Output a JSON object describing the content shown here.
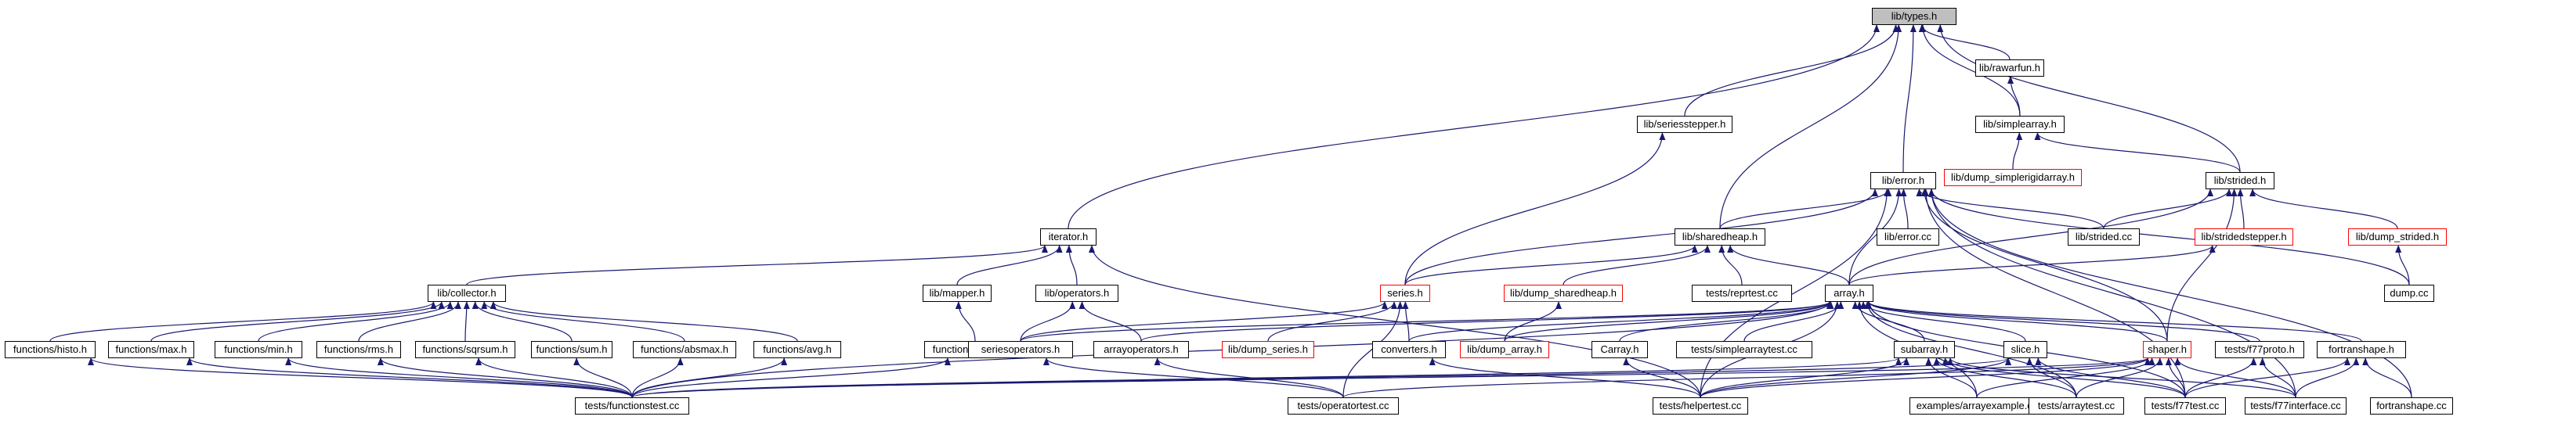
{
  "graph": {
    "edge_color": "#191970",
    "node_border_color": "#000000",
    "incomplete_node_border_color": "#ff0000",
    "root_fill_color": "#bfbfbf",
    "nodes": [
      {
        "id": "types",
        "label": "lib/types.h",
        "root": true
      },
      {
        "id": "rawarfun",
        "label": "lib/rawarfun.h"
      },
      {
        "id": "seriesstepper",
        "label": "lib/seriesstepper.h"
      },
      {
        "id": "simplearray",
        "label": "lib/simplearray.h"
      },
      {
        "id": "dump_simplerigidarray",
        "label": "lib/dump_simplerigidarray.h",
        "incomplete": true
      },
      {
        "id": "error",
        "label": "lib/error.h"
      },
      {
        "id": "strided",
        "label": "lib/strided.h"
      },
      {
        "id": "iterator",
        "label": "iterator.h"
      },
      {
        "id": "sharedheap",
        "label": "lib/sharedheap.h"
      },
      {
        "id": "error_cc",
        "label": "lib/error.cc"
      },
      {
        "id": "strided_cc",
        "label": "lib/strided.cc"
      },
      {
        "id": "stridedstepper",
        "label": "lib/stridedstepper.h",
        "incomplete": true
      },
      {
        "id": "dump_strided",
        "label": "lib/dump_strided.h",
        "incomplete": true
      },
      {
        "id": "collector",
        "label": "lib/collector.h"
      },
      {
        "id": "mapper",
        "label": "lib/mapper.h"
      },
      {
        "id": "operators",
        "label": "lib/operators.h"
      },
      {
        "id": "series",
        "label": "series.h",
        "incomplete": true
      },
      {
        "id": "dump_sharedheap",
        "label": "lib/dump_sharedheap.h",
        "incomplete": true
      },
      {
        "id": "reprtest",
        "label": "tests/reprtest.cc"
      },
      {
        "id": "array",
        "label": "array.h"
      },
      {
        "id": "dump_cc",
        "label": "dump.cc"
      },
      {
        "id": "histo",
        "label": "functions/histo.h"
      },
      {
        "id": "max",
        "label": "functions/max.h"
      },
      {
        "id": "min",
        "label": "functions/min.h"
      },
      {
        "id": "rms",
        "label": "functions/rms.h"
      },
      {
        "id": "sqrsum",
        "label": "functions/sqrsum.h"
      },
      {
        "id": "sum",
        "label": "functions/sum.h"
      },
      {
        "id": "absmax",
        "label": "functions/absmax.h"
      },
      {
        "id": "avg",
        "label": "functions/avg.h"
      },
      {
        "id": "valmap",
        "label": "functions/valmap.h"
      },
      {
        "id": "seriesoperators",
        "label": "seriesoperators.h"
      },
      {
        "id": "arrayoperators",
        "label": "arrayoperators.h"
      },
      {
        "id": "dump_series",
        "label": "lib/dump_series.h",
        "incomplete": true
      },
      {
        "id": "converters",
        "label": "converters.h"
      },
      {
        "id": "dump_array",
        "label": "lib/dump_array.h",
        "incomplete": true
      },
      {
        "id": "carray",
        "label": "Carray.h"
      },
      {
        "id": "simplearraytest",
        "label": "tests/simplearraytest.cc"
      },
      {
        "id": "subarray",
        "label": "subarray.h"
      },
      {
        "id": "slice",
        "label": "slice.h"
      },
      {
        "id": "shaper",
        "label": "shaper.h",
        "incomplete": true
      },
      {
        "id": "f77proto",
        "label": "tests/f77proto.h"
      },
      {
        "id": "fortranshape_h",
        "label": "fortranshape.h"
      },
      {
        "id": "functionstest",
        "label": "tests/functionstest.cc"
      },
      {
        "id": "operatortest",
        "label": "tests/operatortest.cc"
      },
      {
        "id": "helpertest",
        "label": "tests/helpertest.cc"
      },
      {
        "id": "arrayexample",
        "label": "examples/arrayexample.cc"
      },
      {
        "id": "arraytest",
        "label": "tests/arraytest.cc"
      },
      {
        "id": "f77test",
        "label": "tests/f77test.cc"
      },
      {
        "id": "f77interface",
        "label": "tests/f77interface.cc"
      },
      {
        "id": "fortranshape_cc",
        "label": "fortranshape.cc"
      }
    ],
    "edges": [
      [
        "rawarfun",
        "types"
      ],
      [
        "simplearray",
        "types"
      ],
      [
        "seriesstepper",
        "types"
      ],
      [
        "error",
        "types"
      ],
      [
        "strided",
        "types"
      ],
      [
        "iterator",
        "types"
      ],
      [
        "sharedheap",
        "types"
      ],
      [
        "simplearray",
        "rawarfun"
      ],
      [
        "dump_simplerigidarray",
        "simplearray"
      ],
      [
        "strided",
        "simplearray"
      ],
      [
        "series",
        "seriesstepper"
      ],
      [
        "sharedheap",
        "error"
      ],
      [
        "error_cc",
        "error"
      ],
      [
        "strided_cc",
        "error"
      ],
      [
        "dump_cc",
        "error"
      ],
      [
        "array",
        "error"
      ],
      [
        "series",
        "error"
      ],
      [
        "shaper",
        "error"
      ],
      [
        "f77test",
        "error"
      ],
      [
        "f77interface",
        "error"
      ],
      [
        "fortranshape_cc",
        "error"
      ],
      [
        "helpertest",
        "error"
      ],
      [
        "strided_cc",
        "strided"
      ],
      [
        "stridedstepper",
        "strided"
      ],
      [
        "dump_strided",
        "strided"
      ],
      [
        "array",
        "strided"
      ],
      [
        "shaper",
        "strided"
      ],
      [
        "dump_cc",
        "dump_strided"
      ],
      [
        "array",
        "stridedstepper"
      ],
      [
        "collector",
        "iterator"
      ],
      [
        "mapper",
        "iterator"
      ],
      [
        "operators",
        "iterator"
      ],
      [
        "helpertest",
        "iterator"
      ],
      [
        "series",
        "sharedheap"
      ],
      [
        "dump_sharedheap",
        "sharedheap"
      ],
      [
        "reprtest",
        "sharedheap"
      ],
      [
        "array",
        "sharedheap"
      ],
      [
        "histo",
        "collector"
      ],
      [
        "max",
        "collector"
      ],
      [
        "min",
        "collector"
      ],
      [
        "rms",
        "collector"
      ],
      [
        "sqrsum",
        "collector"
      ],
      [
        "sum",
        "collector"
      ],
      [
        "absmax",
        "collector"
      ],
      [
        "avg",
        "collector"
      ],
      [
        "valmap",
        "mapper"
      ],
      [
        "seriesoperators",
        "operators"
      ],
      [
        "arrayoperators",
        "operators"
      ],
      [
        "seriesoperators",
        "series"
      ],
      [
        "dump_series",
        "series"
      ],
      [
        "converters",
        "series"
      ],
      [
        "operatortest",
        "series"
      ],
      [
        "dump_array",
        "dump_sharedheap"
      ],
      [
        "seriesoperators",
        "array"
      ],
      [
        "arrayoperators",
        "array"
      ],
      [
        "converters",
        "array"
      ],
      [
        "dump_array",
        "array"
      ],
      [
        "carray",
        "array"
      ],
      [
        "simplearraytest",
        "array"
      ],
      [
        "subarray",
        "array"
      ],
      [
        "slice",
        "array"
      ],
      [
        "shaper",
        "array"
      ],
      [
        "f77proto",
        "array"
      ],
      [
        "fortranshape_h",
        "array"
      ],
      [
        "functionstest",
        "array"
      ],
      [
        "helpertest",
        "array"
      ],
      [
        "arrayexample",
        "array"
      ],
      [
        "arraytest",
        "array"
      ],
      [
        "f77test",
        "array"
      ],
      [
        "functionstest",
        "histo"
      ],
      [
        "functionstest",
        "max"
      ],
      [
        "functionstest",
        "min"
      ],
      [
        "functionstest",
        "rms"
      ],
      [
        "functionstest",
        "sqrsum"
      ],
      [
        "functionstest",
        "sum"
      ],
      [
        "functionstest",
        "absmax"
      ],
      [
        "functionstest",
        "avg"
      ],
      [
        "functionstest",
        "valmap"
      ],
      [
        "operatortest",
        "seriesoperators"
      ],
      [
        "operatortest",
        "arrayoperators"
      ],
      [
        "helpertest",
        "converters"
      ],
      [
        "helpertest",
        "carray"
      ],
      [
        "functionstest",
        "subarray"
      ],
      [
        "helpertest",
        "subarray"
      ],
      [
        "arrayexample",
        "subarray"
      ],
      [
        "arraytest",
        "subarray"
      ],
      [
        "f77test",
        "subarray"
      ],
      [
        "f77interface",
        "subarray"
      ],
      [
        "functionstest",
        "slice"
      ],
      [
        "helpertest",
        "slice"
      ],
      [
        "arraytest",
        "slice"
      ],
      [
        "f77test",
        "slice"
      ],
      [
        "functionstest",
        "shaper"
      ],
      [
        "operatortest",
        "shaper"
      ],
      [
        "helpertest",
        "shaper"
      ],
      [
        "arrayexample",
        "shaper"
      ],
      [
        "arraytest",
        "shaper"
      ],
      [
        "f77test",
        "shaper"
      ],
      [
        "f77interface",
        "shaper"
      ],
      [
        "f77test",
        "f77proto"
      ],
      [
        "f77interface",
        "f77proto"
      ],
      [
        "f77test",
        "fortranshape_h"
      ],
      [
        "f77interface",
        "fortranshape_h"
      ],
      [
        "fortranshape_cc",
        "fortranshape_h"
      ]
    ]
  }
}
